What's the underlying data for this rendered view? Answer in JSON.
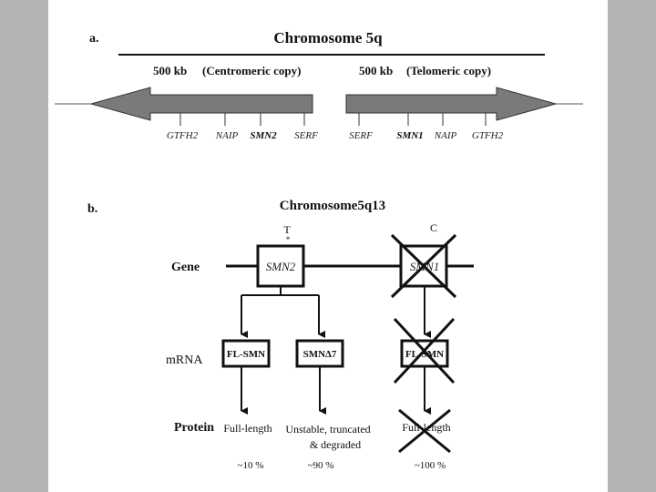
{
  "panel_a": {
    "label": "a.",
    "title": "Chromosome 5q",
    "centromeric": {
      "size": "500 kb",
      "copy": "(Centromeric copy)"
    },
    "telomeric": {
      "size": "500 kb",
      "copy": "(Telomeric copy)"
    },
    "genes_left": [
      "GTFH2",
      "NAIP",
      "SMN2",
      "SERF"
    ],
    "genes_right": [
      "SERF",
      "SMN1",
      "NAIP",
      "GTFH2"
    ]
  },
  "panel_b": {
    "label": "b.",
    "title": "Chromosome5q13",
    "allele_left": "T",
    "allele_mark": "*",
    "allele_right": "C",
    "row_gene": "Gene",
    "row_mrna": "mRNA",
    "row_protein": "Protein",
    "gene_left": "SMN2",
    "gene_right": "SMN1",
    "mrna_fl_left": "FL-SMN",
    "mrna_delta": "SMNΔ7",
    "mrna_fl_right": "FL-SMN",
    "protein_full_left": "Full-length",
    "protein_unstable_1": "Unstable, truncated",
    "protein_unstable_2": "& degraded",
    "protein_full_right": "Full-length",
    "pct_1": "~10 %",
    "pct_2": "~90 %",
    "pct_3": "~100 %"
  },
  "colors": {
    "background": "#b3b3b3",
    "sheet": "#ffffff",
    "arrow_fill": "#7a7a7a",
    "line": "#111111"
  }
}
